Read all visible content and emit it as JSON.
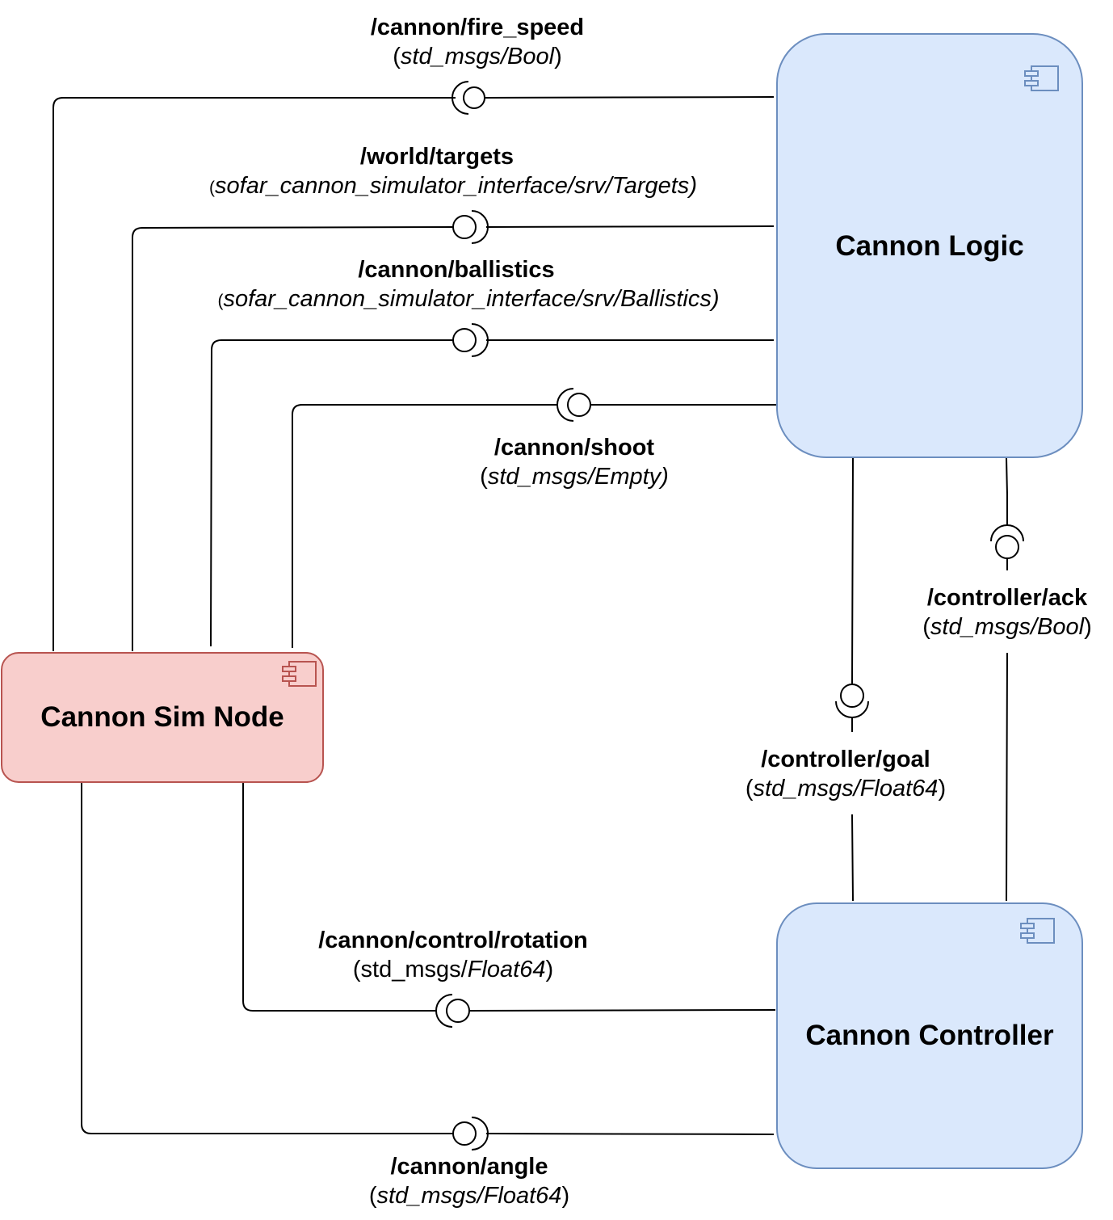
{
  "components": {
    "cannon_logic": {
      "title": "Cannon Logic",
      "icon": "component-icon",
      "fill": "#dae8fc",
      "stroke": "#6c8ebf"
    },
    "cannon_controller": {
      "title": "Cannon Controller",
      "icon": "component-icon",
      "fill": "#dae8fc",
      "stroke": "#6c8ebf"
    },
    "cannon_sim_node": {
      "title": "Cannon Sim Node",
      "icon": "component-icon",
      "fill": "#f8cecc",
      "stroke": "#b85450"
    }
  },
  "interfaces": {
    "fire_speed": {
      "name": "/cannon/fire_speed",
      "type": "std_msgs/Bool"
    },
    "targets": {
      "name": "/world/targets",
      "type": "sofar_cannon_simulator_interface/srv/Targets"
    },
    "ballistics": {
      "name": "/cannon/ballistics",
      "type": "sofar_cannon_simulator_interface/srv/Ballistics"
    },
    "shoot": {
      "name": "/cannon/shoot",
      "type": "std_msgs/Empty"
    },
    "controller_ack": {
      "name": "/controller/ack",
      "type": "std_msgs/Bool"
    },
    "controller_goal": {
      "name": "/controller/goal",
      "type": "std_msgs/Float64"
    },
    "control_rotation": {
      "name": "/cannon/control/rotation",
      "type_prefix": "std_msgs/",
      "type": "Float64"
    },
    "angle": {
      "name": "/cannon/angle",
      "type": "std_msgs/Float64"
    }
  }
}
